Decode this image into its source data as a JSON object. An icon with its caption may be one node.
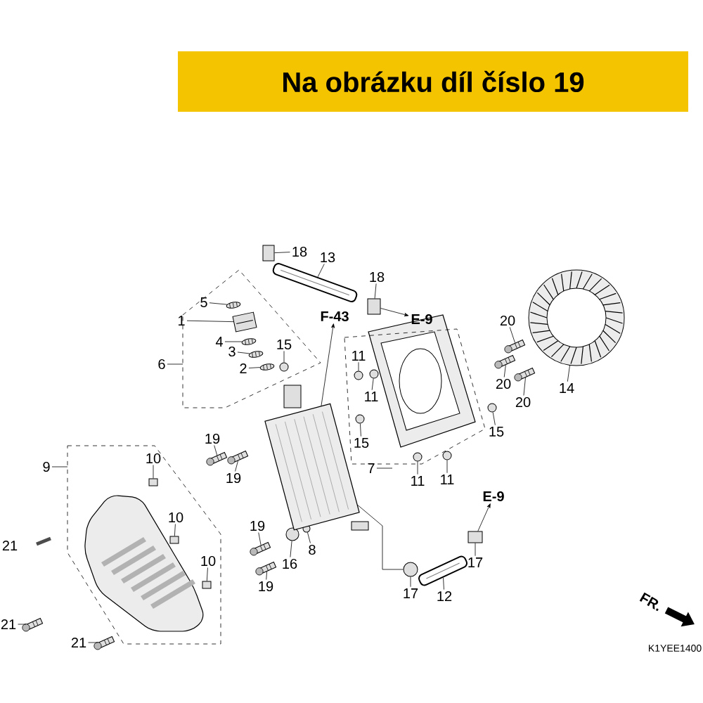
{
  "diagram": {
    "title": "Na obrázku díl číslo 19",
    "nodes": [
      {
        "text": [
          "18"
        ]
      },
      {
        "text": [
          "13"
        ]
      },
      {
        "text": [
          "18"
        ]
      },
      {
        "text": [
          "5"
        ]
      },
      {
        "text": [
          "E-9"
        ]
      },
      {
        "text": [
          "F-43"
        ]
      },
      {
        "text": [
          "1"
        ]
      },
      {
        "text": [
          "20"
        ]
      },
      {
        "text": [
          "4"
        ]
      },
      {
        "text": [
          "15"
        ]
      },
      {
        "text": [
          "3"
        ]
      },
      {
        "text": [
          "11"
        ]
      },
      {
        "text": [
          "6"
        ]
      },
      {
        "text": [
          "2"
        ]
      },
      {
        "text": [
          "20"
        ]
      },
      {
        "text": [
          "14"
        ]
      },
      {
        "text": [
          "11"
        ]
      },
      {
        "text": [
          "20"
        ]
      },
      {
        "text": [
          "15"
        ]
      },
      {
        "text": [
          "19"
        ]
      },
      {
        "text": [
          "15"
        ]
      },
      {
        "text": [
          "10"
        ]
      },
      {
        "text": [
          "9"
        ]
      },
      {
        "text": [
          "7"
        ]
      },
      {
        "text": [
          "19"
        ]
      },
      {
        "text": [
          "11"
        ]
      },
      {
        "text": [
          "11"
        ]
      },
      {
        "text": [
          "E-9"
        ]
      },
      {
        "text": [
          "10"
        ]
      },
      {
        "text": [
          "19"
        ]
      },
      {
        "text": [
          "8"
        ]
      },
      {
        "text": [
          "16"
        ]
      },
      {
        "text": [
          "10"
        ]
      },
      {
        "text": [
          "17"
        ]
      },
      {
        "text": [
          "19"
        ]
      },
      {
        "text": [
          "17"
        ]
      },
      {
        "text": [
          "12"
        ]
      },
      {
        "text": [
          "21"
        ]
      },
      {
        "text": [
          "21"
        ]
      },
      {
        "text": [],
        "shape": "box"
      },
      {
        "text": [],
        "shape": "picture"
      },
      {
        "text": [],
        "shape": "box"
      },
      {
        "text": [],
        "shape": "picture"
      },
      {
        "text": [],
        "shape": "picture"
      },
      {
        "text": [],
        "shape": "picture"
      },
      {
        "text": [],
        "shape": "picture"
      },
      {
        "text": [],
        "shape": "circle"
      },
      {
        "text": [],
        "shape": "picture"
      },
      {
        "text": [],
        "shape": "circle"
      },
      {
        "text": [],
        "shape": "picture"
      },
      {
        "text": [],
        "shape": "picture"
      },
      {
        "text": [],
        "shape": "picture"
      },
      {
        "text": [],
        "shape": "circle"
      },
      {
        "text": [],
        "shape": "picture"
      },
      {
        "text": [],
        "shape": "circle"
      },
      {
        "text": [],
        "shape": "picture"
      },
      {
        "text": [],
        "shape": "circle"
      },
      {
        "text": [],
        "shape": "box"
      },
      {
        "text": [],
        "shape": "picture"
      },
      {
        "text": [],
        "shape": "circle"
      },
      {
        "text": [],
        "shape": "circle"
      },
      {
        "text": [],
        "shape": "box"
      },
      {
        "text": [],
        "shape": "box"
      },
      {
        "text": [],
        "shape": "picture"
      },
      {
        "text": [],
        "shape": "circle"
      },
      {
        "text": [],
        "shape": "circle"
      },
      {
        "text": [],
        "shape": "box"
      },
      {
        "text": [],
        "shape": "picture"
      },
      {
        "text": [],
        "shape": "circle"
      },
      {
        "text": [],
        "shape": "picture"
      },
      {
        "text": [],
        "shape": "picture"
      },
      {
        "text": [],
        "shape": "picture"
      },
      {
        "text": [],
        "shape": "picture"
      }
    ],
    "edges": [
      {
        "from": 0,
        "to": 39,
        "arrow": "none"
      },
      {
        "from": 1,
        "to": 40,
        "arrow": "none"
      },
      {
        "from": 2,
        "to": 41,
        "arrow": "none"
      },
      {
        "from": 3,
        "to": 42,
        "arrow": "none"
      },
      {
        "from": 41,
        "to": 4,
        "arrow": "to"
      },
      {
        "from": 72,
        "to": 5,
        "arrow": "to"
      },
      {
        "from": 6,
        "to": 43,
        "arrow": "none"
      },
      {
        "from": 7,
        "to": 44,
        "arrow": "none"
      },
      {
        "from": 8,
        "to": 45,
        "arrow": "none"
      },
      {
        "from": 9,
        "to": 46,
        "arrow": "none"
      },
      {
        "from": 10,
        "to": 47,
        "arrow": "none"
      },
      {
        "from": 11,
        "to": 48,
        "arrow": "none"
      },
      {
        "from": 12,
        "to": null,
        "arrow": "none"
      },
      {
        "from": 13,
        "to": 49,
        "arrow": "none"
      },
      {
        "from": 14,
        "to": 50,
        "arrow": "none"
      },
      {
        "from": 15,
        "to": 51,
        "arrow": "none"
      },
      {
        "from": 16,
        "to": 52,
        "arrow": "none"
      },
      {
        "from": 17,
        "to": 53,
        "arrow": "none"
      },
      {
        "from": 18,
        "to": 54,
        "arrow": "none"
      },
      {
        "from": 19,
        "to": 55,
        "arrow": "none"
      },
      {
        "from": 20,
        "to": 56,
        "arrow": "none"
      },
      {
        "from": 21,
        "to": 57,
        "arrow": "none"
      },
      {
        "from": 22,
        "to": null,
        "arrow": "none"
      },
      {
        "from": 23,
        "to": null,
        "arrow": "none"
      },
      {
        "from": 24,
        "to": 58,
        "arrow": "none"
      },
      {
        "from": 25,
        "to": 59,
        "arrow": "none"
      },
      {
        "from": 26,
        "to": 60,
        "arrow": "none"
      },
      {
        "from": 61,
        "to": 27,
        "arrow": "to"
      },
      {
        "from": 28,
        "to": 62,
        "arrow": "none"
      },
      {
        "from": 29,
        "to": 63,
        "arrow": "none"
      },
      {
        "from": 30,
        "to": 64,
        "arrow": "none"
      },
      {
        "from": 31,
        "to": 65,
        "arrow": "none"
      },
      {
        "from": 32,
        "to": 66,
        "arrow": "none"
      },
      {
        "from": 33,
        "to": 61,
        "arrow": "none"
      },
      {
        "from": 34,
        "to": 67,
        "arrow": "none"
      },
      {
        "from": 35,
        "to": 68,
        "arrow": "none"
      },
      {
        "from": 36,
        "to": 69,
        "arrow": "none"
      },
      {
        "from": 37,
        "to": 70,
        "arrow": "none"
      },
      {
        "from": 38,
        "to": 71,
        "arrow": "none"
      },
      {
        "from": 72,
        "to": 68,
        "arrow": "none"
      }
    ],
    "labels": [
      "21",
      "FR.",
      "K1YEE1400"
    ]
  }
}
